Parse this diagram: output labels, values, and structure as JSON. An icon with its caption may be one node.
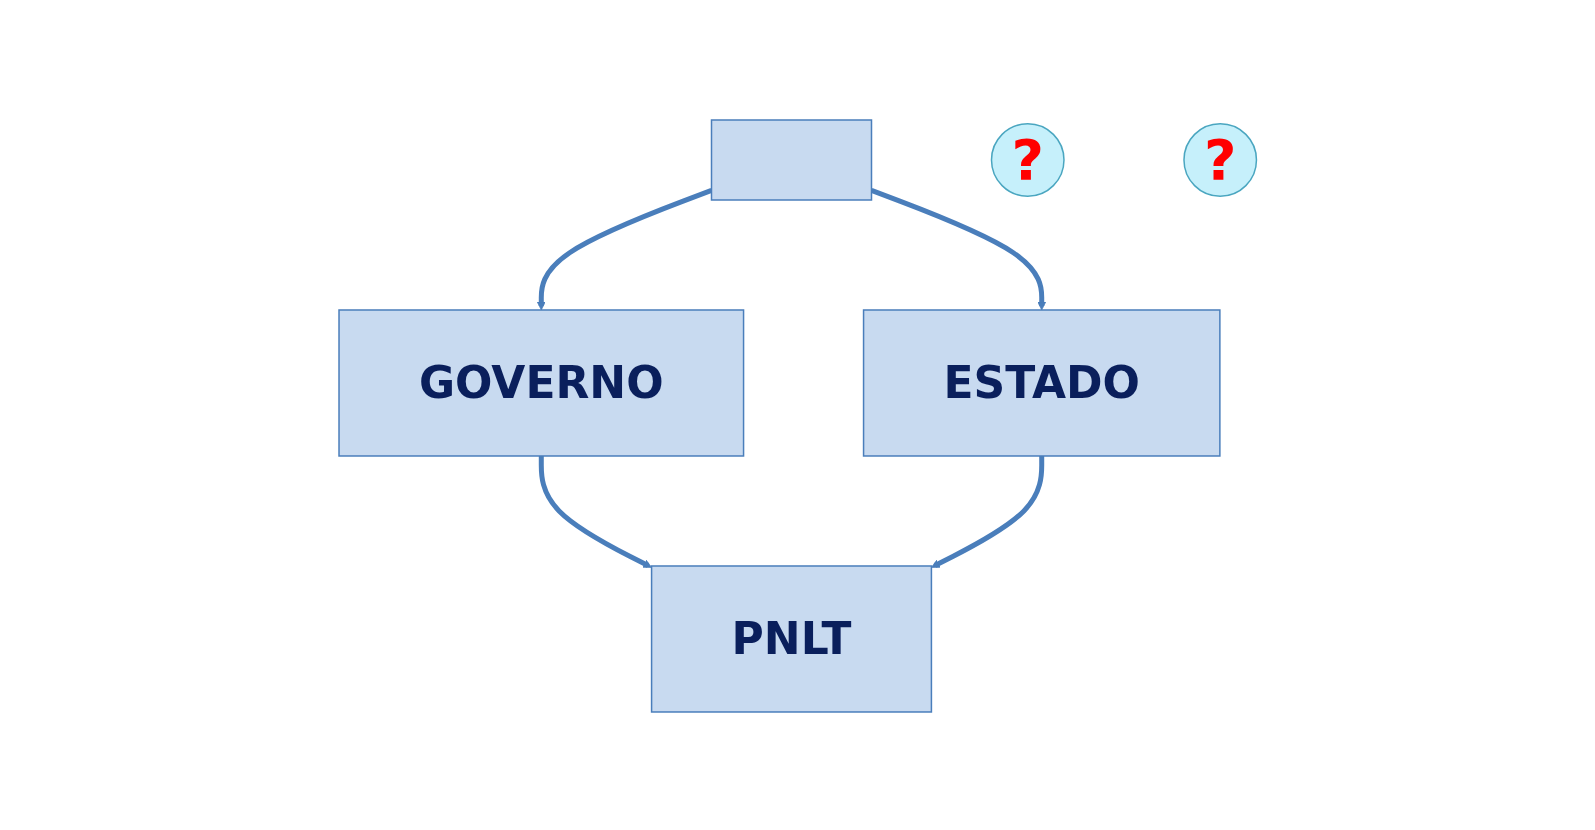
{
  "diagram": {
    "nodes": [
      {
        "text": [],
        "shape": "box"
      },
      {
        "text": [
          "GOVERNO"
        ]
      },
      {
        "text": [
          "ESTADO"
        ]
      },
      {
        "text": [
          "PNLT"
        ]
      },
      {
        "text": [
          "?"
        ]
      },
      {
        "text": [
          "?"
        ]
      }
    ],
    "edges": [
      {
        "from": 0,
        "to": 1,
        "arrow": "to"
      },
      {
        "from": 0,
        "to": 2,
        "arrow": "to"
      },
      {
        "from": 1,
        "to": 3,
        "arrow": "to"
      },
      {
        "from": 2,
        "to": 3,
        "arrow": "to"
      }
    ]
  }
}
